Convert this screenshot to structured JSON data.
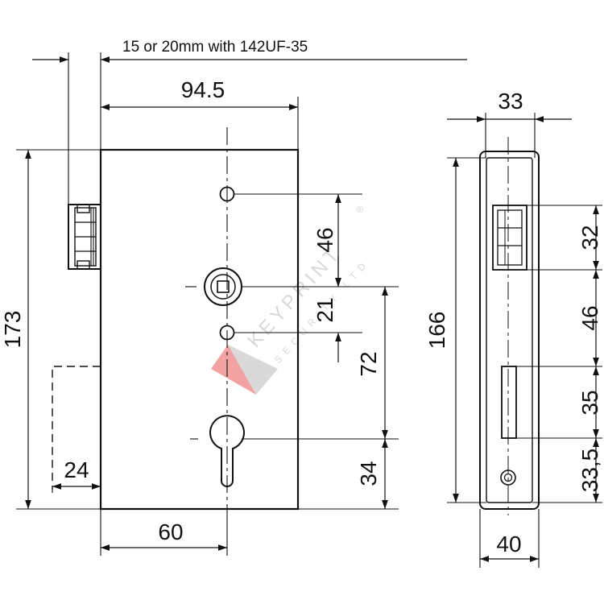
{
  "note": "15 or 20mm with 142UF-35",
  "front_view": {
    "width_top": "94.5",
    "height": "173",
    "hole_spacing": "46",
    "follower_to_hole": "21",
    "centre_distance": "72",
    "cylinder_to_bottom": "34",
    "backset": "60",
    "bolt_offset": "24"
  },
  "side_view": {
    "width_top": "33",
    "height": "166",
    "width_bottom": "40",
    "seg_1": "32",
    "seg_2": "46",
    "seg_3": "35",
    "seg_4": "33,5"
  },
  "watermark": {
    "brand": "KEYPRINT",
    "registered": "®",
    "sub": "SECURITY LTD"
  },
  "colors": {
    "line": "#111111",
    "watermark": "#d8d8d8",
    "logo": "#e33b3b"
  }
}
